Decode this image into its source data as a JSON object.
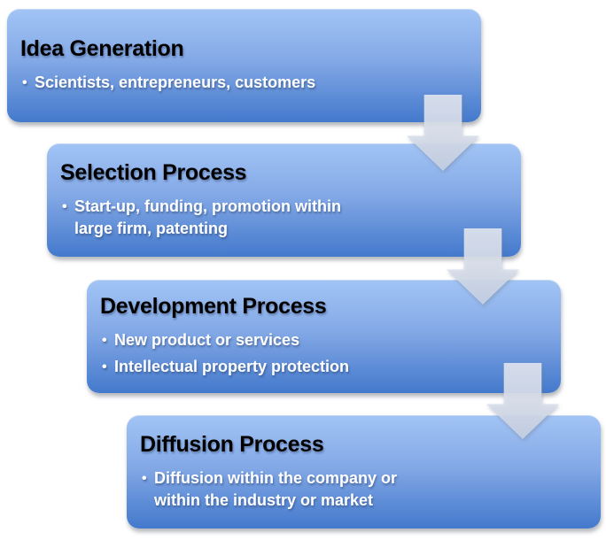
{
  "diagram": {
    "bullet_char": "•",
    "colors": {
      "background": "#ffffff",
      "box_gradient_top": "#a2c4f5",
      "box_gradient_bottom": "#4379cc",
      "arrow_gradient_top": "#e4e8f1",
      "arrow_gradient_bottom": "#c8d2e3",
      "title_text": "#000000",
      "bullet_text": "#ffffff"
    },
    "boxes": [
      {
        "title": "Idea Generation",
        "bullets": [
          "Scientists, entrepreneurs, customers"
        ]
      },
      {
        "title": "Selection Process",
        "bullets": [
          "Start-up, funding, promotion within\nlarge firm, patenting"
        ]
      },
      {
        "title": "Development Process",
        "bullets": [
          "New product or services",
          "Intellectual property protection"
        ]
      },
      {
        "title": "Diffusion Process",
        "bullets": [
          "Diffusion within the company or\nwithin the industry or market"
        ]
      }
    ],
    "arrows": [
      {
        "icon": "down-arrow-icon"
      },
      {
        "icon": "down-arrow-icon"
      },
      {
        "icon": "down-arrow-icon"
      }
    ]
  }
}
